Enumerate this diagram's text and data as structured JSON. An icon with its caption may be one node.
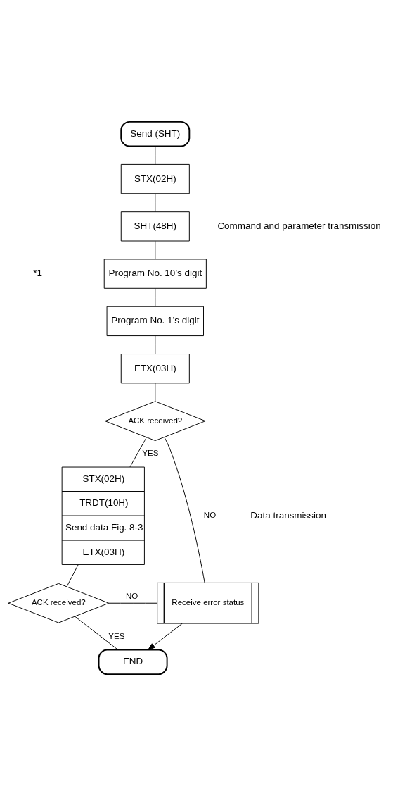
{
  "diagram": {
    "nodes": [
      {
        "text": [
          "Send (SHT)"
        ]
      },
      {
        "text": [
          "STX(02H)"
        ]
      },
      {
        "text": [
          "SHT(48H)"
        ]
      },
      {
        "text": [
          "Program No. 10’s digit"
        ]
      },
      {
        "text": [
          "Program No. 1’s digit"
        ]
      },
      {
        "text": [
          "ETX(03H)"
        ]
      },
      {
        "text": [
          "ACK received?"
        ]
      },
      {
        "text": [
          "STX(02H)",
          "TRDT(10H)",
          "Send data Fig. 8-3",
          "ETX(03H)"
        ]
      },
      {
        "text": [
          "ACK received?"
        ]
      },
      {
        "text": [
          "Receive error status"
        ]
      },
      {
        "text": [
          "END"
        ]
      }
    ],
    "edges": [
      {
        "from": 0,
        "to": 1,
        "arrow": "none"
      },
      {
        "from": 1,
        "to": 2,
        "arrow": "none"
      },
      {
        "from": 2,
        "to": 3,
        "arrow": "none"
      },
      {
        "from": 3,
        "to": 4,
        "arrow": "none"
      },
      {
        "from": 4,
        "to": 5,
        "arrow": "none"
      },
      {
        "from": 5,
        "to": 6,
        "arrow": "none"
      },
      {
        "from": 6,
        "to": 7,
        "arrow": "none",
        "label": "YES"
      },
      {
        "from": 6,
        "to": 9,
        "arrow": "none",
        "label": "NO"
      },
      {
        "from": 7,
        "to": 8,
        "arrow": "none"
      },
      {
        "from": 8,
        "to": 10,
        "arrow": "none",
        "label": "YES"
      },
      {
        "from": 8,
        "to": 9,
        "arrow": "none",
        "label": "NO"
      },
      {
        "from": 9,
        "to": 10,
        "arrow": "to"
      }
    ],
    "labels": [
      "Command and parameter transmission",
      "*1",
      "Data transmission"
    ]
  }
}
